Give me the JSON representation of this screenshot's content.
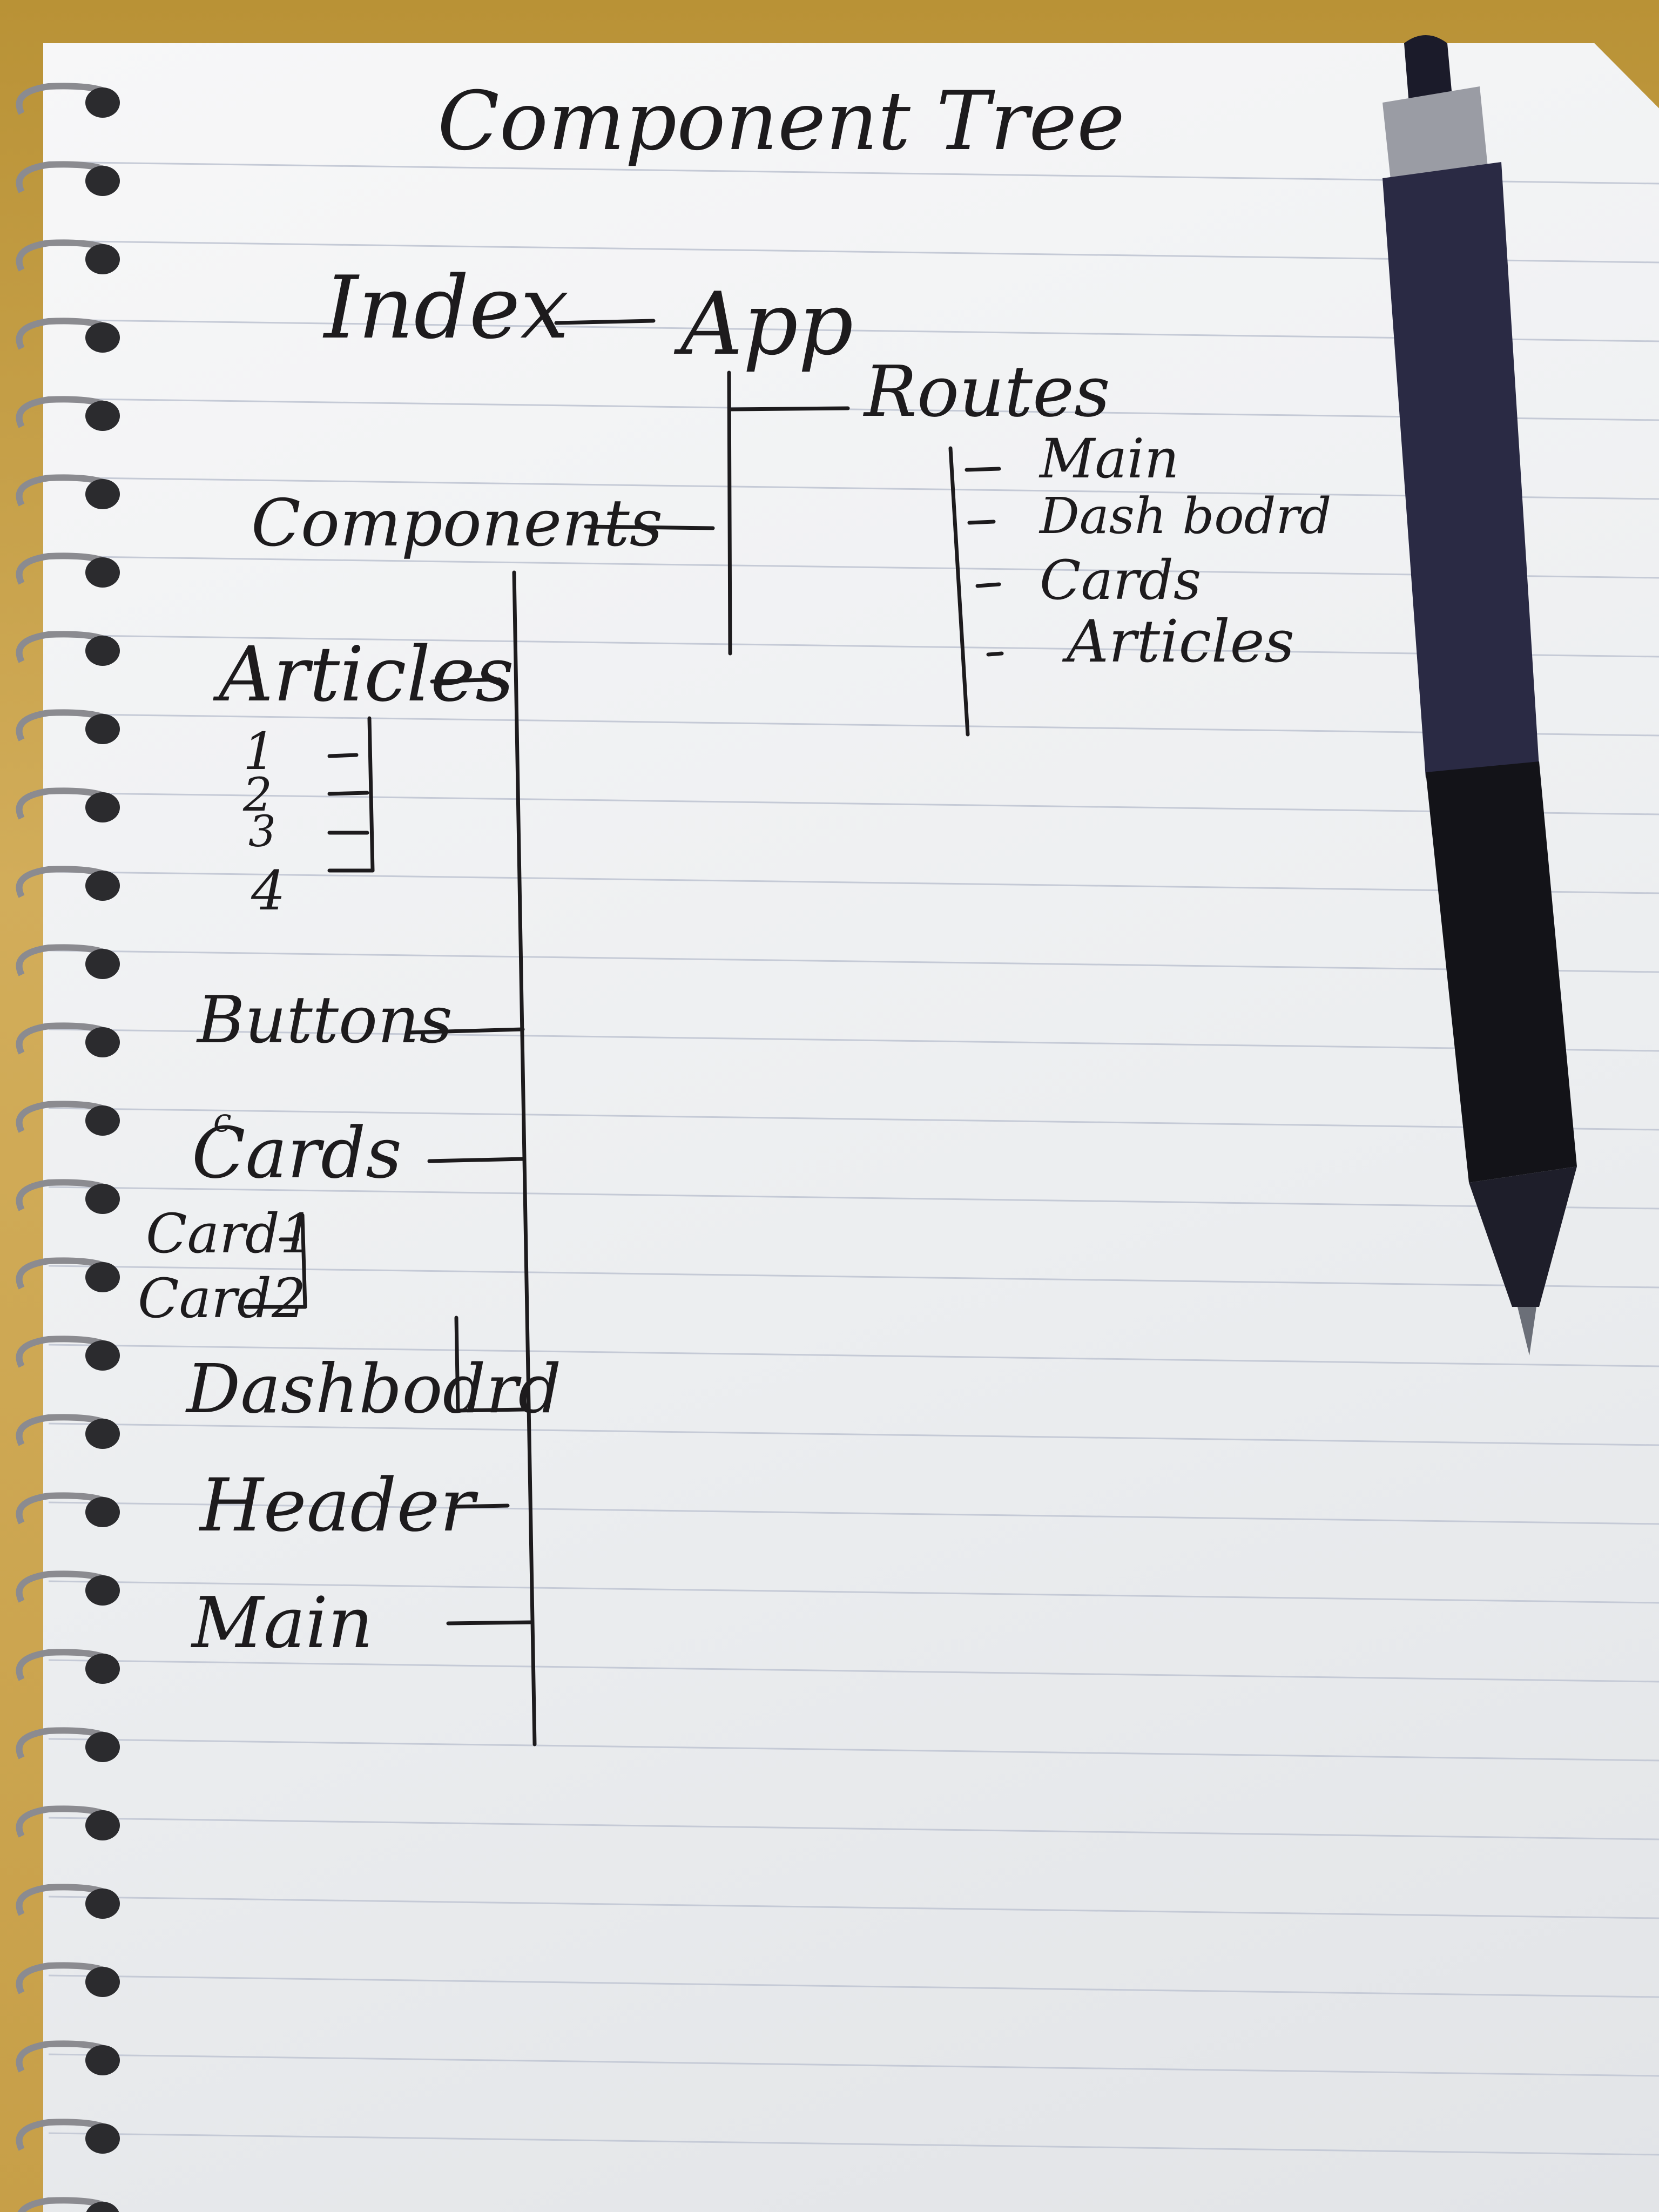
{
  "note": {
    "title": "Component Tree",
    "root": "Index",
    "app": "App",
    "routes": {
      "label": "Routes",
      "items": [
        "Main",
        "Dash bodrd",
        "Cards",
        "Articles"
      ]
    },
    "components": {
      "label": "Components",
      "articles": {
        "label": "Articles",
        "items": [
          "1",
          "2",
          "3",
          "4"
        ]
      },
      "buttons": "Buttons",
      "cards": {
        "label": "Cards",
        "overwrite_mark": "c",
        "items": [
          "Card1",
          "Card2"
        ]
      },
      "dashboard": "Dashbodrd",
      "header": "Header",
      "main": "Main"
    }
  },
  "colors": {
    "ink": "#1d1b1d",
    "paper": "#f2f3f5",
    "rule_lines": "#c5cad6",
    "desk": "#c8a24a",
    "pen_barrel": "#2a2a44"
  }
}
